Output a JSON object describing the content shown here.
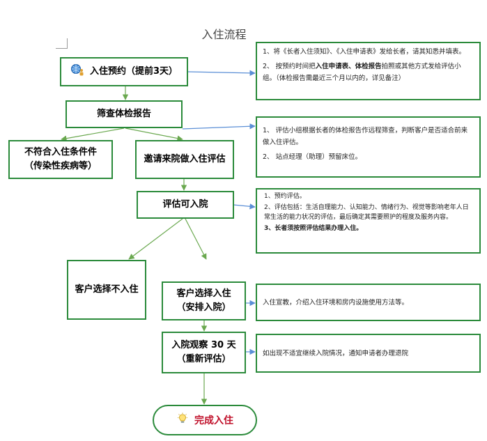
{
  "title": "入住流程",
  "nodes": {
    "reservation": "入住预约（提前3天）",
    "screen": "筛查体检报告",
    "reject_line1": "不符合入住条件件",
    "reject_line2": "（传染性疾病等）",
    "invite": "邀请来院做入住评估",
    "eval_ok": "评估可入院",
    "decline": "客户选择不入住",
    "accept_line1": "客户选择入住",
    "accept_line2": "（安排入院）",
    "observe_line1": "入院观察 30 天",
    "observe_line2": "（重新评估）",
    "complete": "完成入住"
  },
  "notes": {
    "n1_item1": "1、将《长者入住须知》、《入住申请表》发给长者，请其知悉并填表。",
    "n1_item2_a": "2、 按预约时间把",
    "n1_item2_b": "入住申请表、体检报告",
    "n1_item2_c": "拍照或其他方式发给评估小组。（体检报告需最近三个月以内的，详见备注）",
    "n2_item1": "1、 评估小组根据长者的体检报告作远程筛查，判断客户是否适合前来做入住评估。",
    "n2_item2": "2、 站点经理（助理）预留床位。",
    "n3_item1": "1、预约评估。",
    "n3_item2": "2、评估包括：生活自理能力、认知能力、情绪行为、视觉等影响老年人日常生活的能力状况的评估，最后确定其需要照护的程度及服务内容。",
    "n3_item3": "3、长者须按照评估结果办理入住。",
    "n4": "入住宣教，介绍入住环境和房内设施使用方法等。",
    "n5": "如出现不适宜继续入院情况，通知申请者办理退院"
  },
  "icons": {
    "reservation": "globe-user-icon",
    "complete": "lightbulb-icon"
  },
  "colors": {
    "border": "#2a8a3a",
    "arrow_green": "#6aa84f",
    "arrow_blue": "#5b8fd6",
    "complete_text": "#c0102a"
  }
}
